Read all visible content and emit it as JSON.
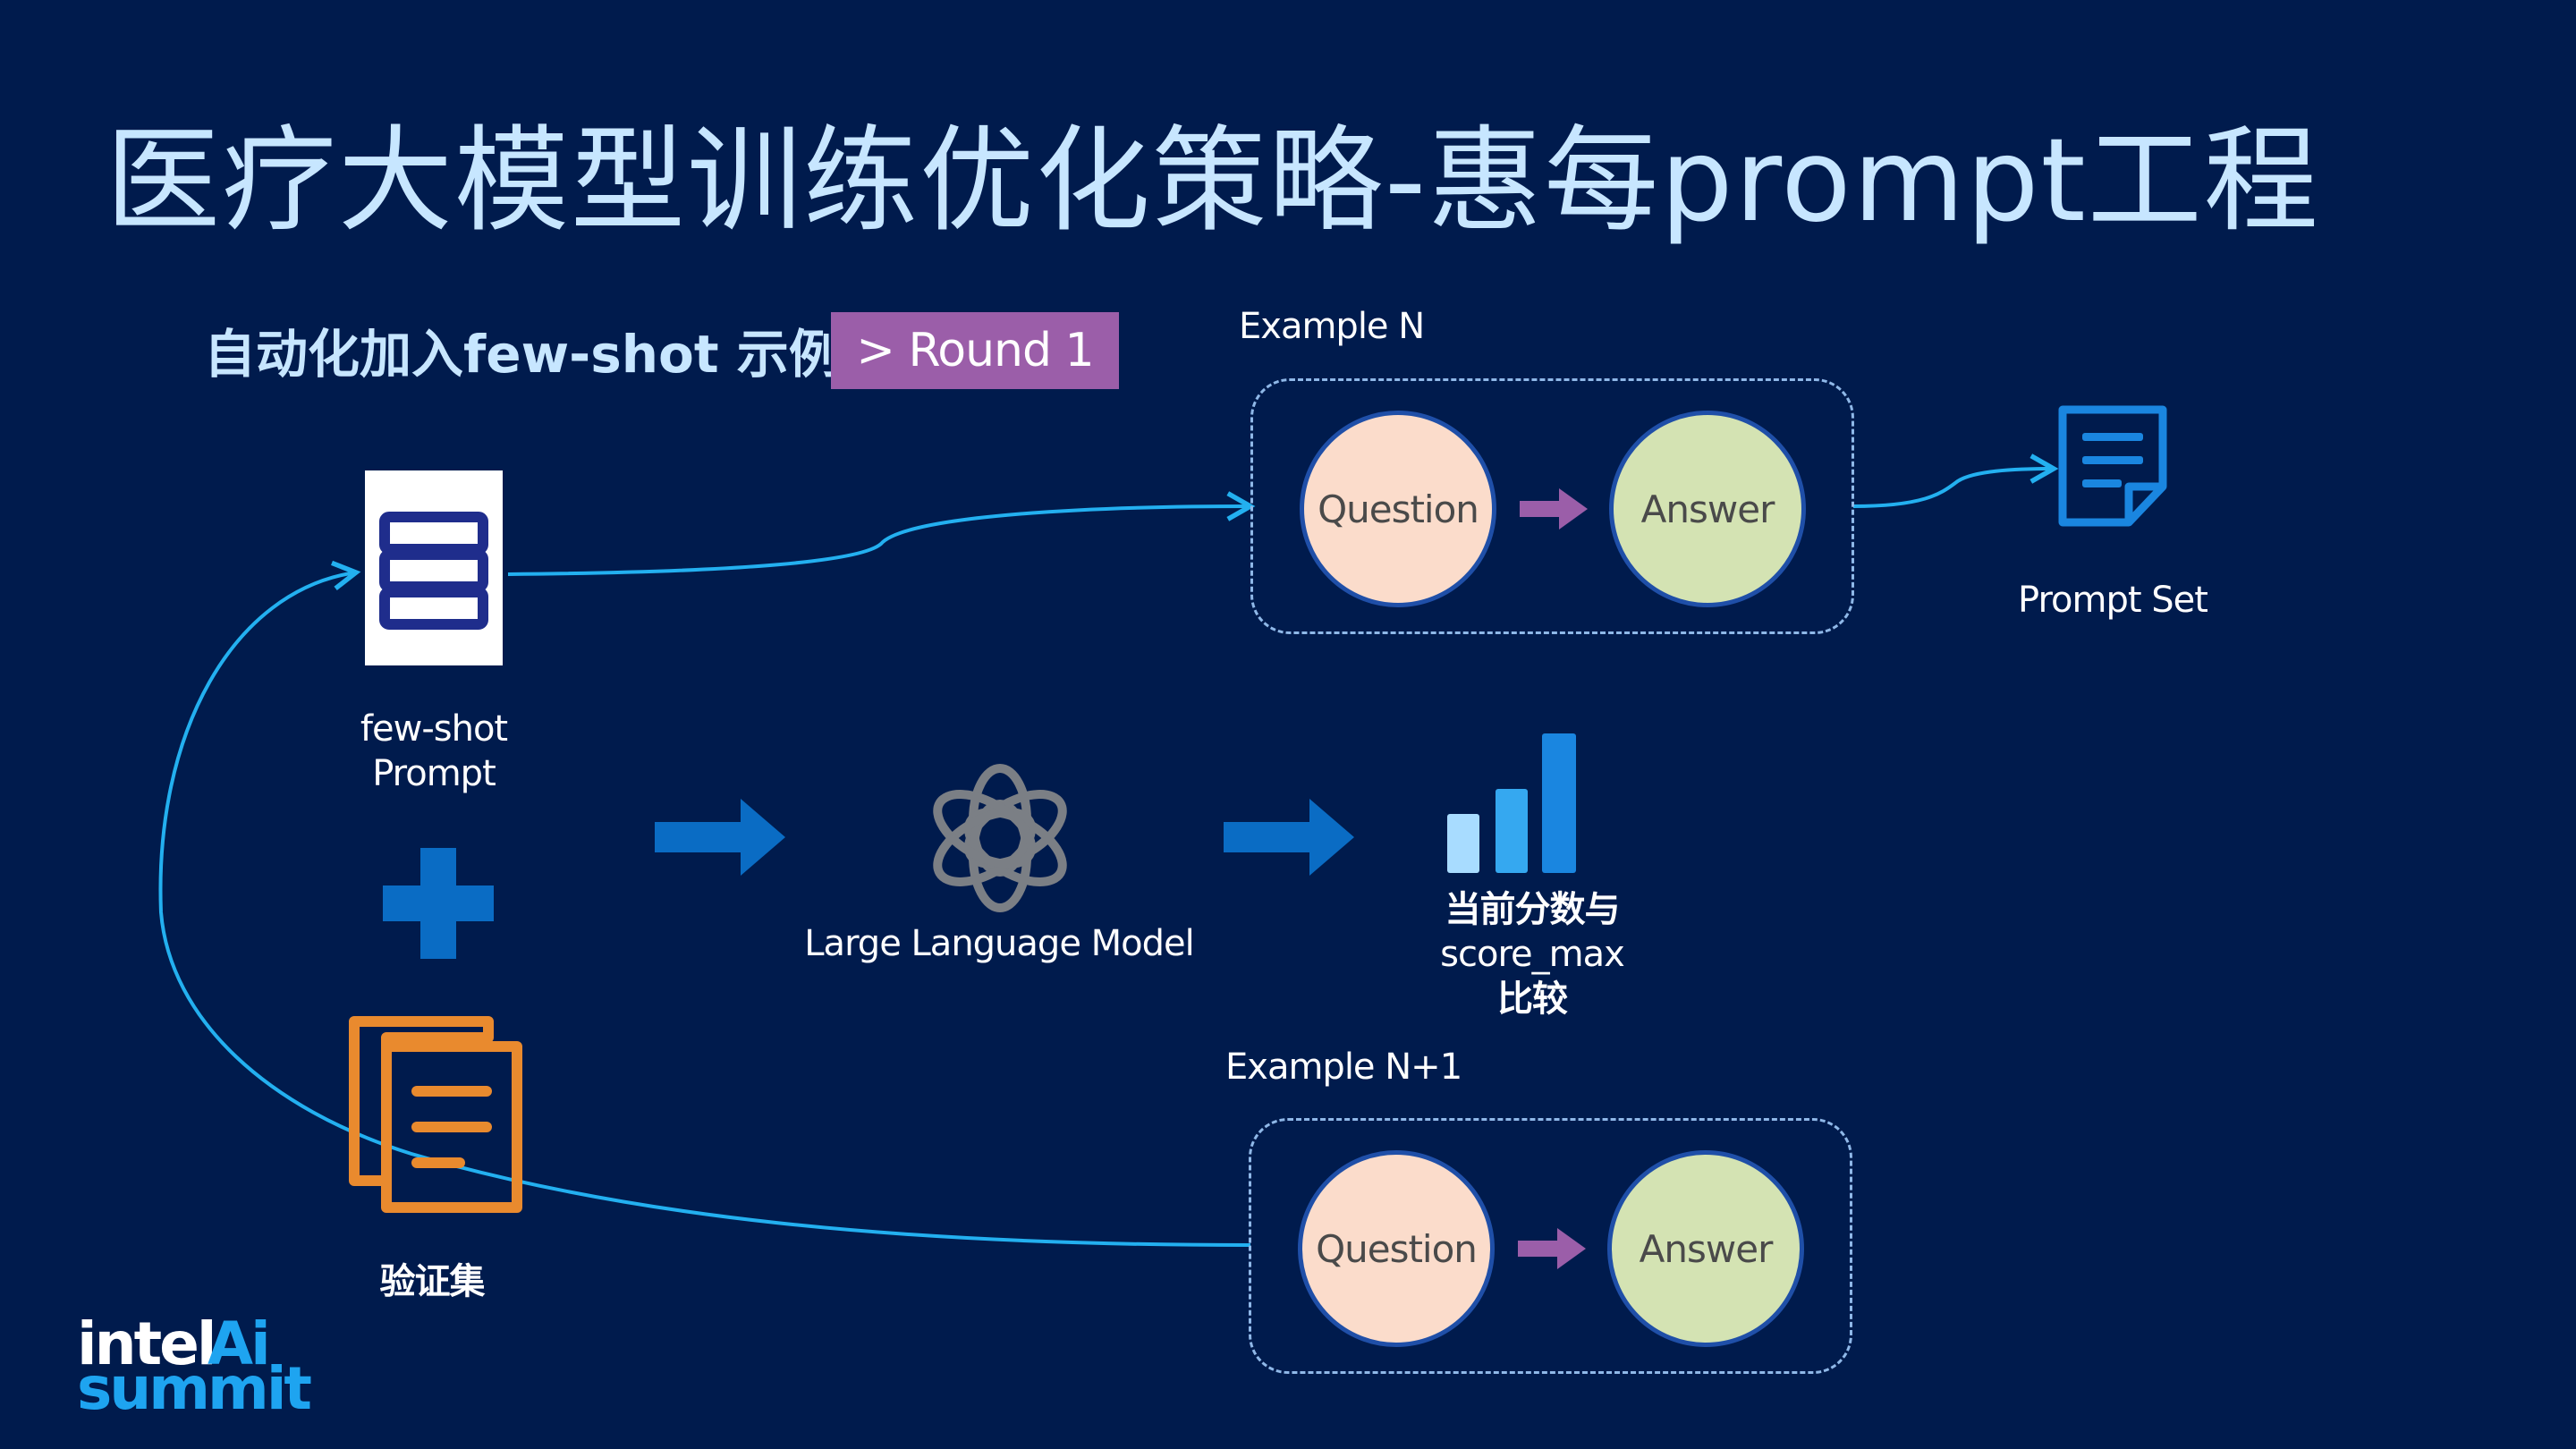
{
  "title": "医疗大模型训练优化策略-惠每prompt工程",
  "subtitle": "自动化加入few-shot 示例",
  "round_badge": "> Round 1",
  "few_shot": {
    "line1": "few-shot",
    "line2": "Prompt"
  },
  "validation_set": "验证集",
  "llm_label": "Large Language Model",
  "score": {
    "line1": "当前分数与",
    "line2": "score_max",
    "line3": "比较"
  },
  "prompt_set": "Prompt Set",
  "example_top": {
    "label": "Example N",
    "question": "Question",
    "answer": "Answer"
  },
  "example_bottom": {
    "label": "Example N+1",
    "question": "Question",
    "answer": "Answer"
  },
  "logo": {
    "line1": "intel",
    "line2": "Ai",
    "line3": "summit"
  },
  "icons": [
    "database-icon",
    "plus-icon",
    "documents-icon",
    "openai-logo-icon",
    "bar-chart-icon",
    "prompt-set-document-icon",
    "arrow-right-icon"
  ],
  "colors": {
    "background": "#001b4d",
    "title": "#c7e6ff",
    "badge": "#9b5ea9",
    "question_fill": "#fbdccb",
    "answer_fill": "#d4e3b3",
    "flow_line": "#23b0f0",
    "block_arrow": "#0a6cc4",
    "orange": "#e98a2e"
  }
}
